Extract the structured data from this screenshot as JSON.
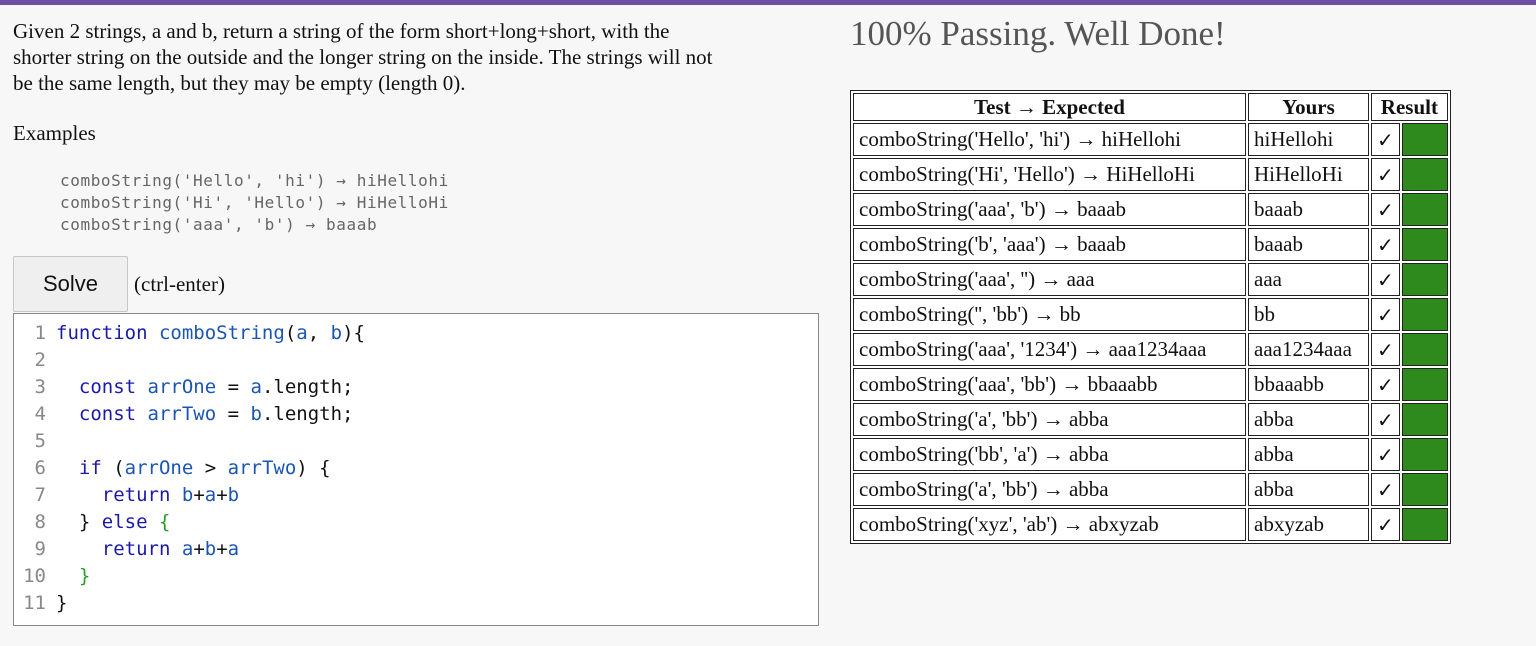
{
  "prompt": {
    "text": "Given 2 strings, a and b, return a string of the form short+long+short, with the shorter string on the outside and the longer string on the inside. The strings will not be the same length, but they may be empty (length 0).",
    "examples_heading": "Examples",
    "examples": [
      "comboString('Hello', 'hi') → hiHellohi",
      "comboString('Hi', 'Hello') → HiHelloHi",
      "comboString('aaa', 'b') → baaab"
    ]
  },
  "toolbar": {
    "solve_label": "Solve",
    "solve_hint": "(ctrl-enter)"
  },
  "editor": {
    "line_numbers": [
      "1",
      "2",
      "3",
      "4",
      "5",
      "6",
      "7",
      "8",
      "9",
      "10",
      "11"
    ]
  },
  "results": {
    "status": "100% Passing. Well Done!",
    "headers": {
      "test": "Test → Expected",
      "yours": "Yours",
      "result": "Result"
    },
    "pass_color": "#2e8a1c",
    "check_glyph": "✓",
    "rows": [
      {
        "test": "comboString('Hello', 'hi') → hiHellohi",
        "yours": "hiHellohi"
      },
      {
        "test": "comboString('Hi', 'Hello') → HiHelloHi",
        "yours": "HiHelloHi"
      },
      {
        "test": "comboString('aaa', 'b') → baaab",
        "yours": "baaab"
      },
      {
        "test": "comboString('b', 'aaa') → baaab",
        "yours": "baaab"
      },
      {
        "test": "comboString('aaa', '') → aaa",
        "yours": "aaa"
      },
      {
        "test": "comboString('', 'bb') → bb",
        "yours": "bb"
      },
      {
        "test": "comboString('aaa', '1234') → aaa1234aaa",
        "yours": "aaa1234aaa"
      },
      {
        "test": "comboString('aaa', 'bb') → bbaaabb",
        "yours": "bbaaabb"
      },
      {
        "test": "comboString('a', 'bb') → abba",
        "yours": "abba"
      },
      {
        "test": "comboString('bb', 'a') → abba",
        "yours": "abba"
      },
      {
        "test": "comboString('a', 'bb') → abba",
        "yours": "abba"
      },
      {
        "test": "comboString('xyz', 'ab') → abxyzab",
        "yours": "abxyzab"
      }
    ]
  }
}
